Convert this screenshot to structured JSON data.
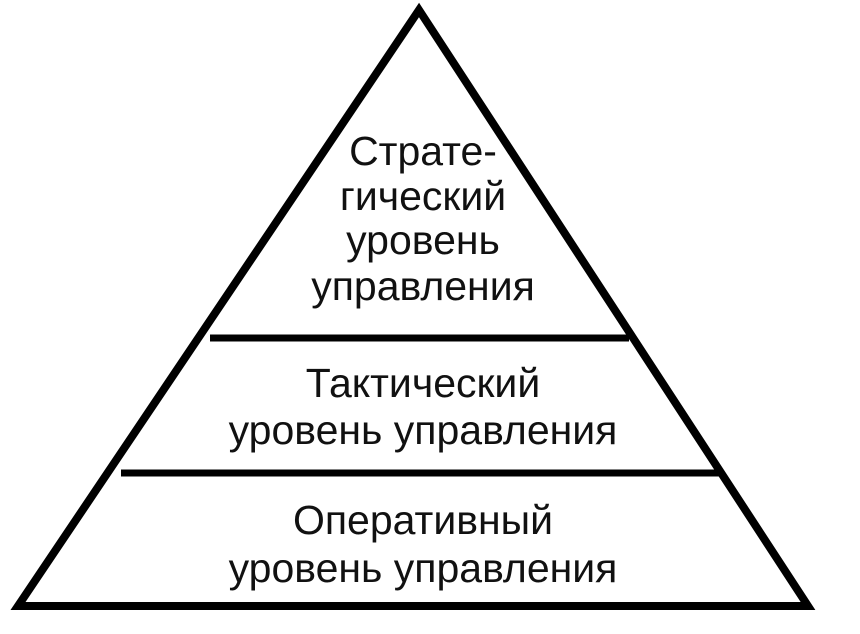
{
  "diagram": {
    "levels": [
      {
        "name": "strategic",
        "lines": [
          "Страте-",
          "гический",
          "уровень",
          "управления"
        ]
      },
      {
        "name": "tactical",
        "lines": [
          "Тактический",
          "уровень управления"
        ]
      },
      {
        "name": "operational",
        "lines": [
          "Оперативный",
          "уровень управления"
        ]
      }
    ],
    "colors": {
      "line": "#000000",
      "text": "#111111",
      "background": "#ffffff"
    }
  }
}
